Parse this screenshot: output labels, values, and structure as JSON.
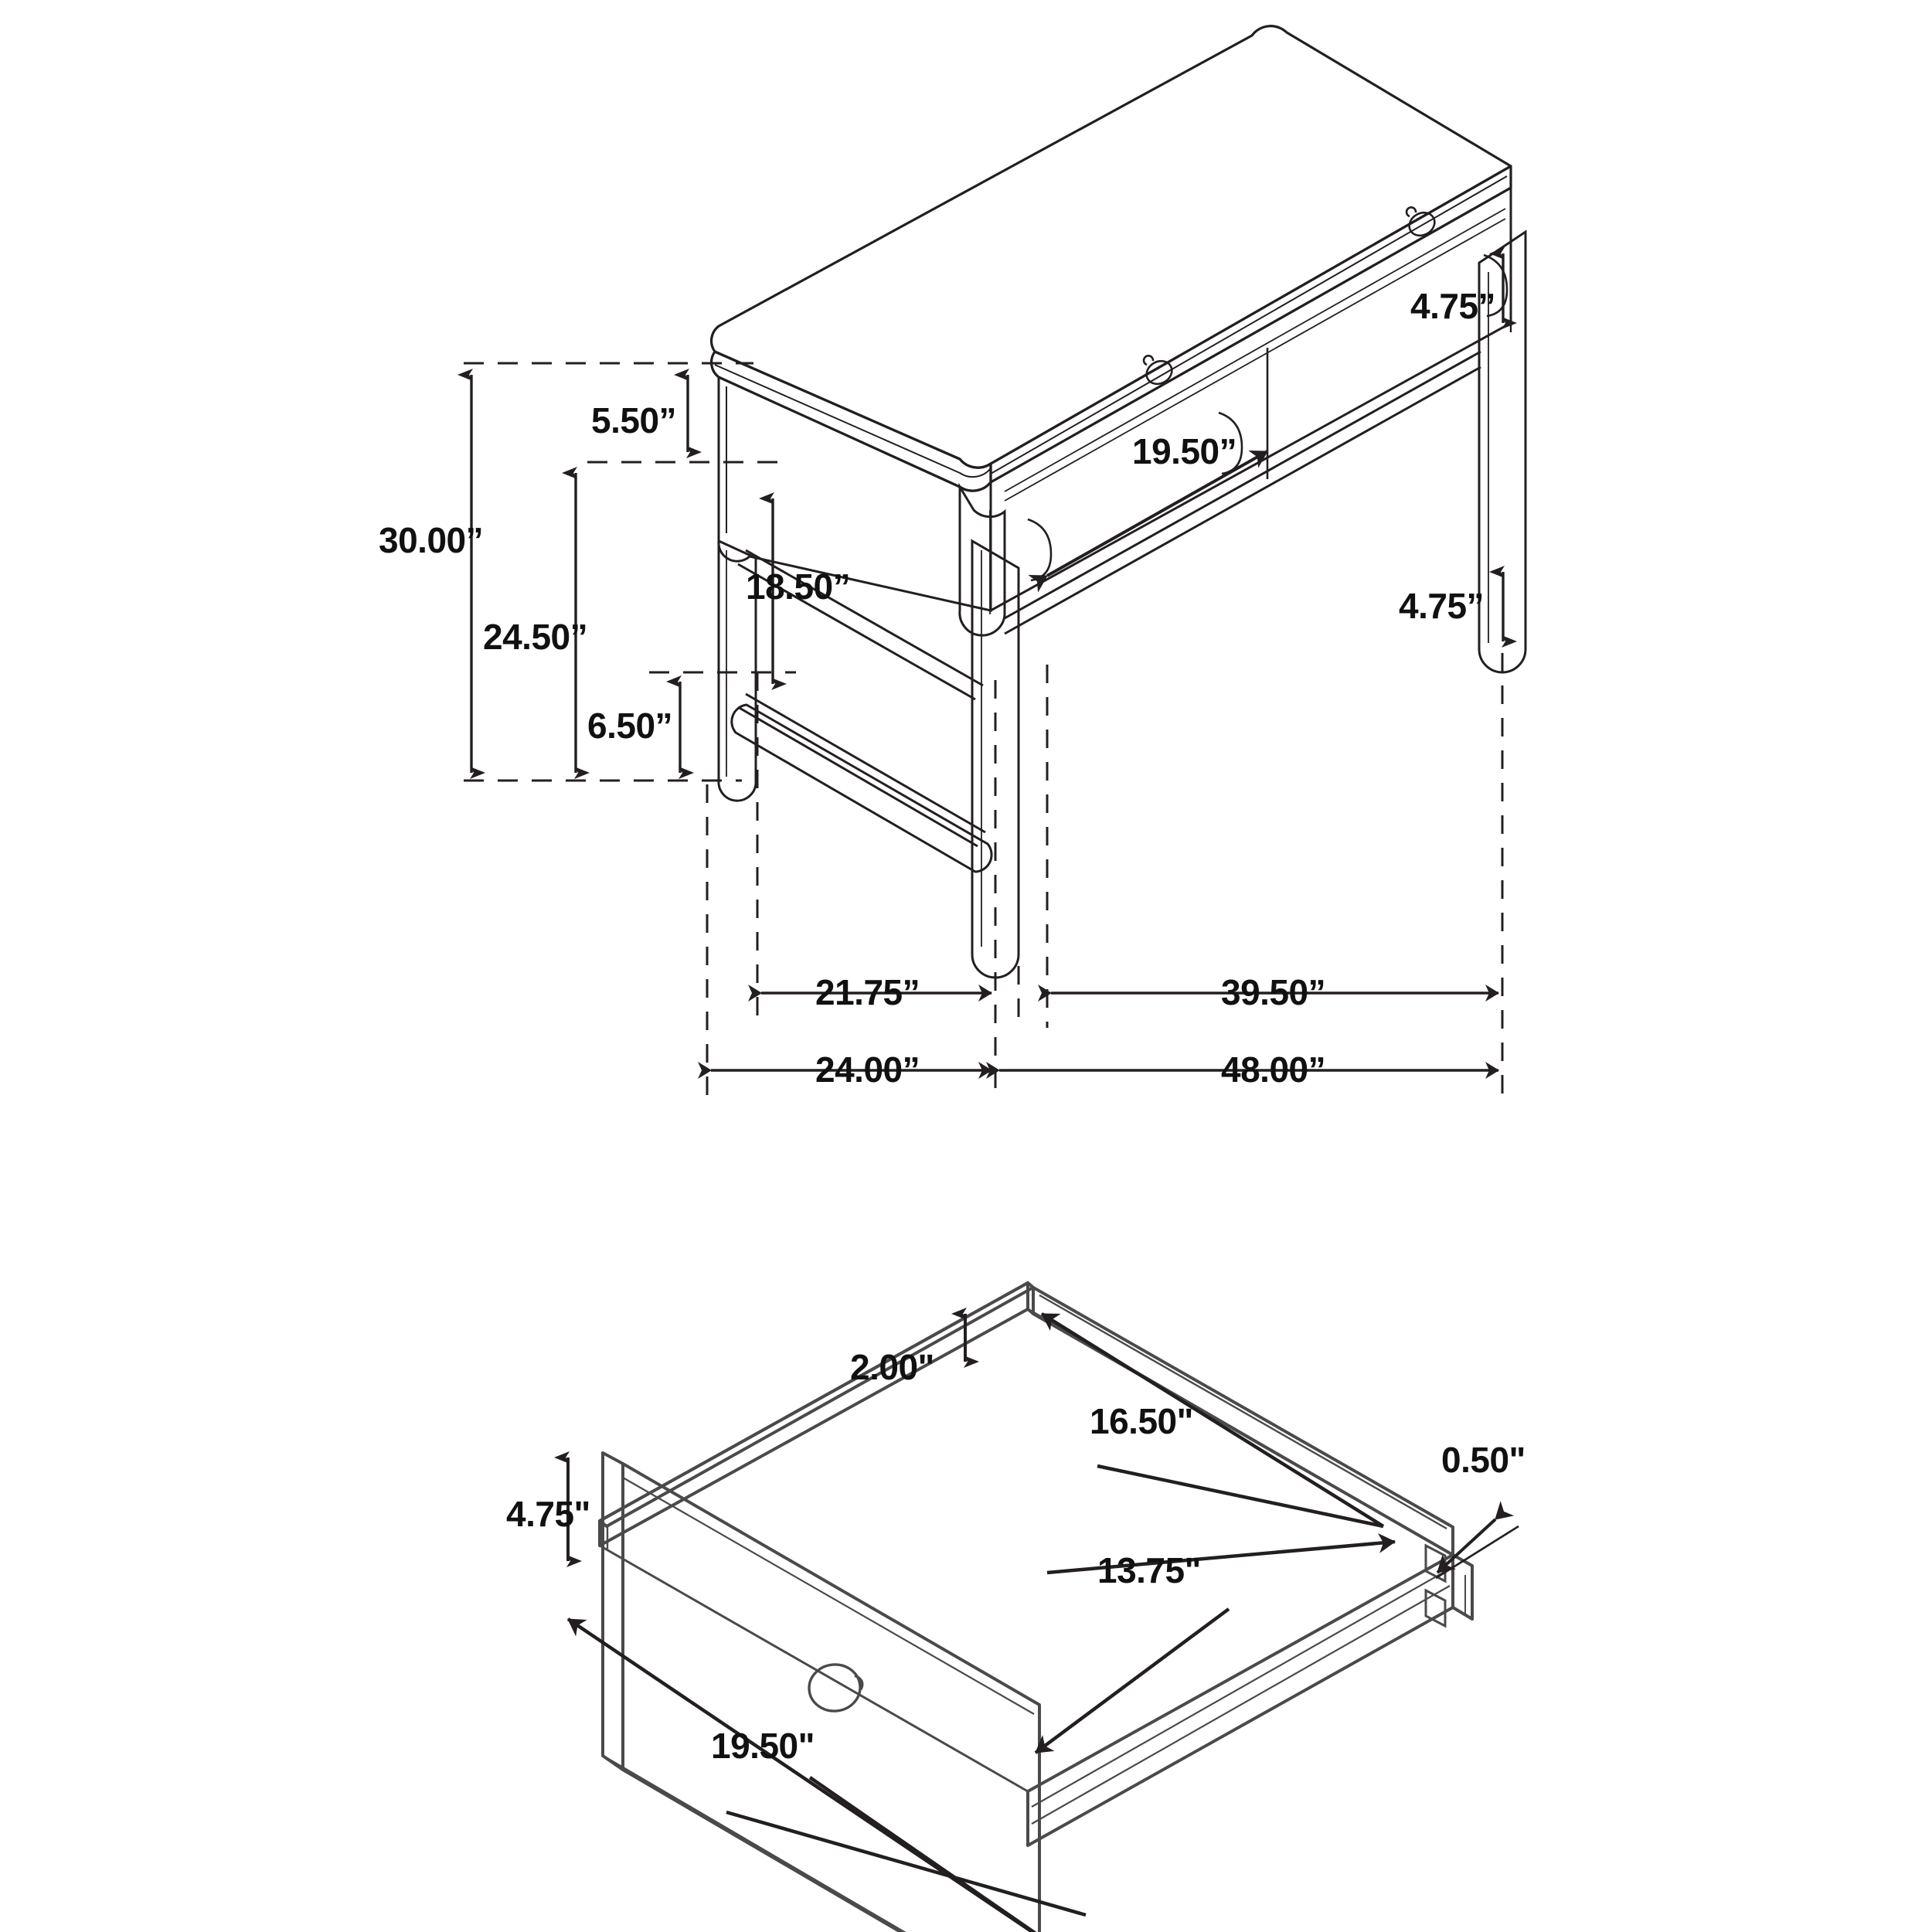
{
  "drawing": {
    "title": "Writing Desk Dimension Drawing",
    "units": "inches",
    "line_color": "#231f20",
    "text_color": "#111111",
    "background": "#ffffff"
  },
  "desk": {
    "name": "desk-assembly",
    "dimensions": {
      "overall_height": "30.00”",
      "apron_clearance_height": "24.50”",
      "top_to_stretcher": "18.50”",
      "top_thickness_zone": "5.50”",
      "stretcher_to_floor": "6.50”",
      "drawer_face_height_right": "4.75”",
      "lower_rail_height_right": "4.75”",
      "drawer_face_width": "19.50”",
      "leg_span_depth": "21.75”",
      "leg_span_width": "39.50”",
      "overall_depth": "24.00”",
      "overall_width": "48.00”"
    }
  },
  "drawer": {
    "name": "drawer-detail",
    "dimensions": {
      "side_wall_height": "2.00”",
      "interior_width": "16.50”",
      "interior_depth": "13.75”",
      "face_height": "4.75”",
      "face_width": "19.50”",
      "panel_thickness": "0.50”"
    }
  },
  "labels": {
    "desk_30": "30.00”",
    "desk_24_50": "24.50”",
    "desk_18_50": "18.50”",
    "desk_5_50": "5.50”",
    "desk_6_50": "6.50”",
    "desk_4_75_top": "4.75”",
    "desk_4_75_bottom": "4.75”",
    "desk_19_50": "19.50”",
    "desk_21_75": "21.75”",
    "desk_39_50": "39.50”",
    "desk_24_00": "24.00”",
    "desk_48_00": "48.00”",
    "drawer_2_00": "2.00\"",
    "drawer_16_50": "16.50\"",
    "drawer_13_75": "13.75\"",
    "drawer_4_75": "4.75\"",
    "drawer_19_50": "19.50\"",
    "drawer_0_50": "0.50\""
  }
}
